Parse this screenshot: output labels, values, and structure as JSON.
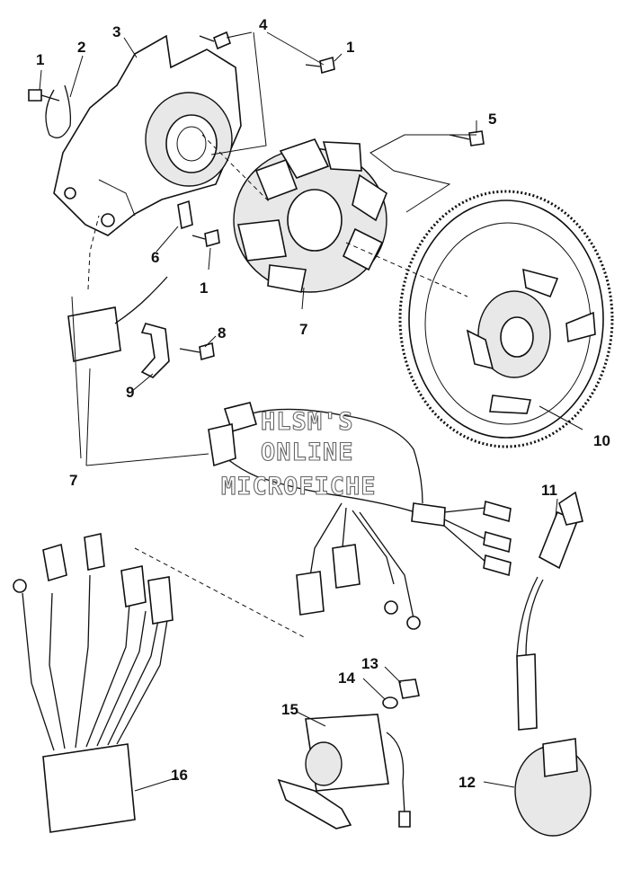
{
  "callouts": {
    "c1a": "1",
    "c2": "2",
    "c3": "3",
    "c4": "4",
    "c1b": "1",
    "c5": "5",
    "c6": "6",
    "c1c": "1",
    "c7a": "7",
    "c8": "8",
    "c9": "9",
    "c10": "10",
    "c7b": "7",
    "c11": "11",
    "c13": "13",
    "c14": "14",
    "c15": "15",
    "c16": "16",
    "c12": "12"
  },
  "watermark": {
    "line1": "HLSM'S",
    "line2": "ONLINE",
    "line3": "MICROFICHE"
  }
}
